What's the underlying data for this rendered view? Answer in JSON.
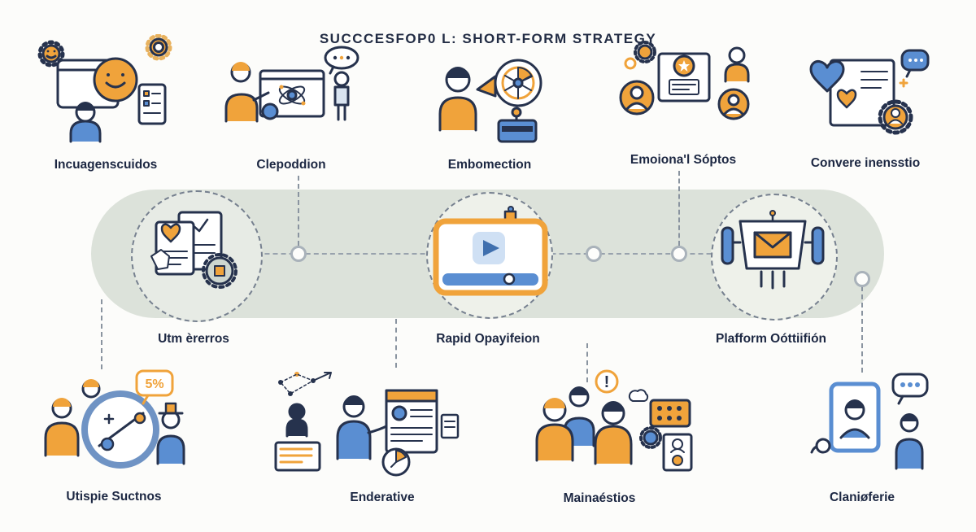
{
  "title": "SUCCCESFOP0 L: SHORT-FORM STRATEGY",
  "colors": {
    "orange": "#F0A33B",
    "blue": "#5A8ED2",
    "navy": "#26324D",
    "band": "#DCE2DA",
    "light_blue": "#BCD4EE"
  },
  "top_row": [
    {
      "label": "Incuagenscuidos",
      "icon": "monitor-chat-smiley"
    },
    {
      "label": "Clepoddion",
      "icon": "people-collaboration-screen"
    },
    {
      "label": "Embomection",
      "icon": "person-megaphone-wheel"
    },
    {
      "label": "Emoiona'l Sóptos",
      "icon": "community-award-avatars"
    },
    {
      "label": "Convere inensstio",
      "icon": "document-hearts-gear"
    }
  ],
  "timeline": {
    "milestones": [
      {
        "label": "Utm èrerros",
        "icon": "documents-heart-chart"
      },
      {
        "label": "Rapid Opayifeion",
        "icon": "video-player"
      },
      {
        "label": "Plafform Oóttiifión",
        "icon": "robot-envelope"
      }
    ]
  },
  "bottom_row": [
    {
      "label": "Utispie Suctnos",
      "icon": "people-clock-gauge",
      "bubble_text": "5%"
    },
    {
      "label": "Enderative",
      "icon": "person-profile-card-chart"
    },
    {
      "label": "Mainaéstios",
      "icon": "people-alert",
      "alert_text": "!"
    },
    {
      "label": "Claniøferie",
      "icon": "person-tablet-chat"
    }
  ]
}
